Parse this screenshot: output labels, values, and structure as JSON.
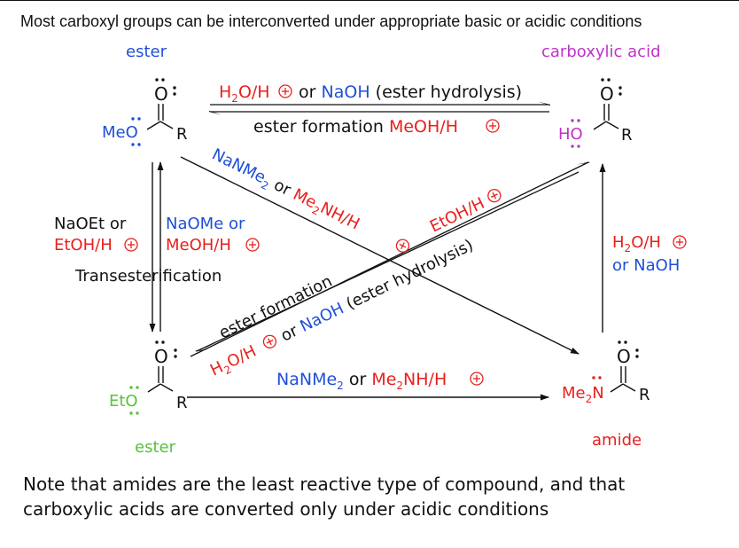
{
  "title": "Most carboxyl groups can be interconverted under appropriate basic or acidic conditions",
  "note_line1": "Note that amides are the least reactive type of compound, and that",
  "note_line2": "carboxylic acids are converted only under acidic conditions",
  "colors": {
    "blue": "#1f4fd8",
    "red": "#e8201e",
    "magenta": "#c132c8",
    "green": "#56c43a",
    "black": "#111111"
  },
  "compounds": {
    "methyl_ester": {
      "label": "ester",
      "substituent": "MeO",
      "r": "R",
      "carbonyl_o": "O"
    },
    "carboxylic_acid": {
      "label": "carboxylic acid",
      "substituent": "HO",
      "r": "R",
      "carbonyl_o": "O"
    },
    "ethyl_ester": {
      "label": "ester",
      "substituent": "EtO",
      "r": "R",
      "carbonyl_o": "O"
    },
    "amide": {
      "label": "amide",
      "substituent": "Me",
      "substituent_sub": "2",
      "substituent_n": "N",
      "r": "R",
      "carbonyl_o": "O"
    }
  },
  "conditions": {
    "top_forward": {
      "a": "H",
      "a_sub": "2",
      "b": "O/H",
      "or": " or ",
      "reagent": "NaOH",
      "note": " (ester hydrolysis)"
    },
    "top_reverse": {
      "text": "ester formation ",
      "reagent": "MeOH/H"
    },
    "left_down": {
      "l1": "NaOEt or",
      "l2": "EtOH/H"
    },
    "left_up": {
      "l1": "NaOMe or",
      "l2": "MeOH/H"
    },
    "transesterification": "Transesterification",
    "diag_down": {
      "reagent1": "NaNMe",
      "sub": "2",
      "or": " or ",
      "reagent2a": "Me",
      "reagent2b": "NH/H"
    },
    "diag_up_a": {
      "text": "EtOH/H"
    },
    "diag_up_b": {
      "text": "ester formation"
    },
    "diag_up_c": {
      "a": "H",
      "a_sub": "2",
      "b": "O/H",
      "or": " or ",
      "reagent": "NaOH",
      "note": " (ester hydrolysis)"
    },
    "right_up": {
      "l1a": "H",
      "l1sub": "2",
      "l1b": "O/H",
      "l2": "or NaOH"
    },
    "bottom": {
      "reagent1": "NaNMe",
      "sub": "2",
      "or": " or ",
      "reagent2a": "Me",
      "reagent2b": "NH/H"
    }
  }
}
